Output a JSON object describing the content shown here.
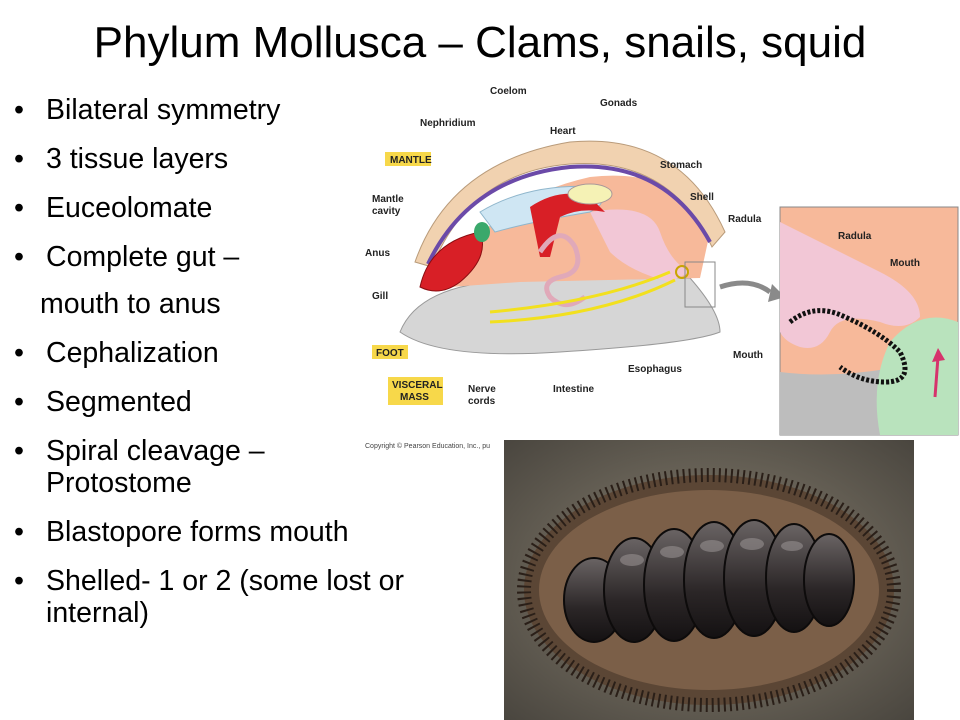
{
  "slide": {
    "title": "Phylum Mollusca – Clams, snails, squid",
    "bullets": [
      {
        "text": "Bilateral symmetry",
        "continuation": false
      },
      {
        "text": "3 tissue layers",
        "continuation": false
      },
      {
        "text": "Euceolomate",
        "continuation": false
      },
      {
        "text": "Complete gut –",
        "continuation": false
      },
      {
        "text": "mouth to anus",
        "continuation": true
      },
      {
        "text": "Cephalization",
        "continuation": false
      },
      {
        "text": "Segmented",
        "continuation": false
      },
      {
        "text": "Spiral cleavage – Protostome",
        "continuation": false
      },
      {
        "text": "Blastopore forms mouth",
        "continuation": false
      },
      {
        "text": "Shelled- 1 or 2 (some lost or internal)",
        "continuation": false
      }
    ]
  },
  "diagram": {
    "labels": {
      "coelom": "Coelom",
      "gonads": "Gonads",
      "nephridium": "Nephridium",
      "heart": "Heart",
      "mantle": "MANTLE",
      "stomach": "Stomach",
      "mantle_cavity_1": "Mantle",
      "mantle_cavity_2": "cavity",
      "shell": "Shell",
      "radula": "Radula",
      "anus": "Anus",
      "gill": "Gill",
      "foot": "FOOT",
      "visceral_1": "VISCERAL",
      "visceral_2": "MASS",
      "nerve_1": "Nerve",
      "nerve_2": "cords",
      "intestine": "Intestine",
      "esophagus": "Esophagus",
      "mouth": "Mouth",
      "inset_radula": "Radula",
      "inset_mouth": "Mouth"
    },
    "copyright": "Copyright © Pearson Education, Inc., pu",
    "colors": {
      "shell": "#f1d2b0",
      "mantle": "#6b4aa8",
      "body": "#f7b99a",
      "foot": "#d6d6d6",
      "gill": "#d81f26",
      "nerve": "#f2e01e",
      "label_box": "#f7d84a",
      "inset_bg": "#f7b99a",
      "inset_green": "#b9e3bd"
    }
  },
  "photo": {
    "description_icon": "chiton-photo"
  }
}
